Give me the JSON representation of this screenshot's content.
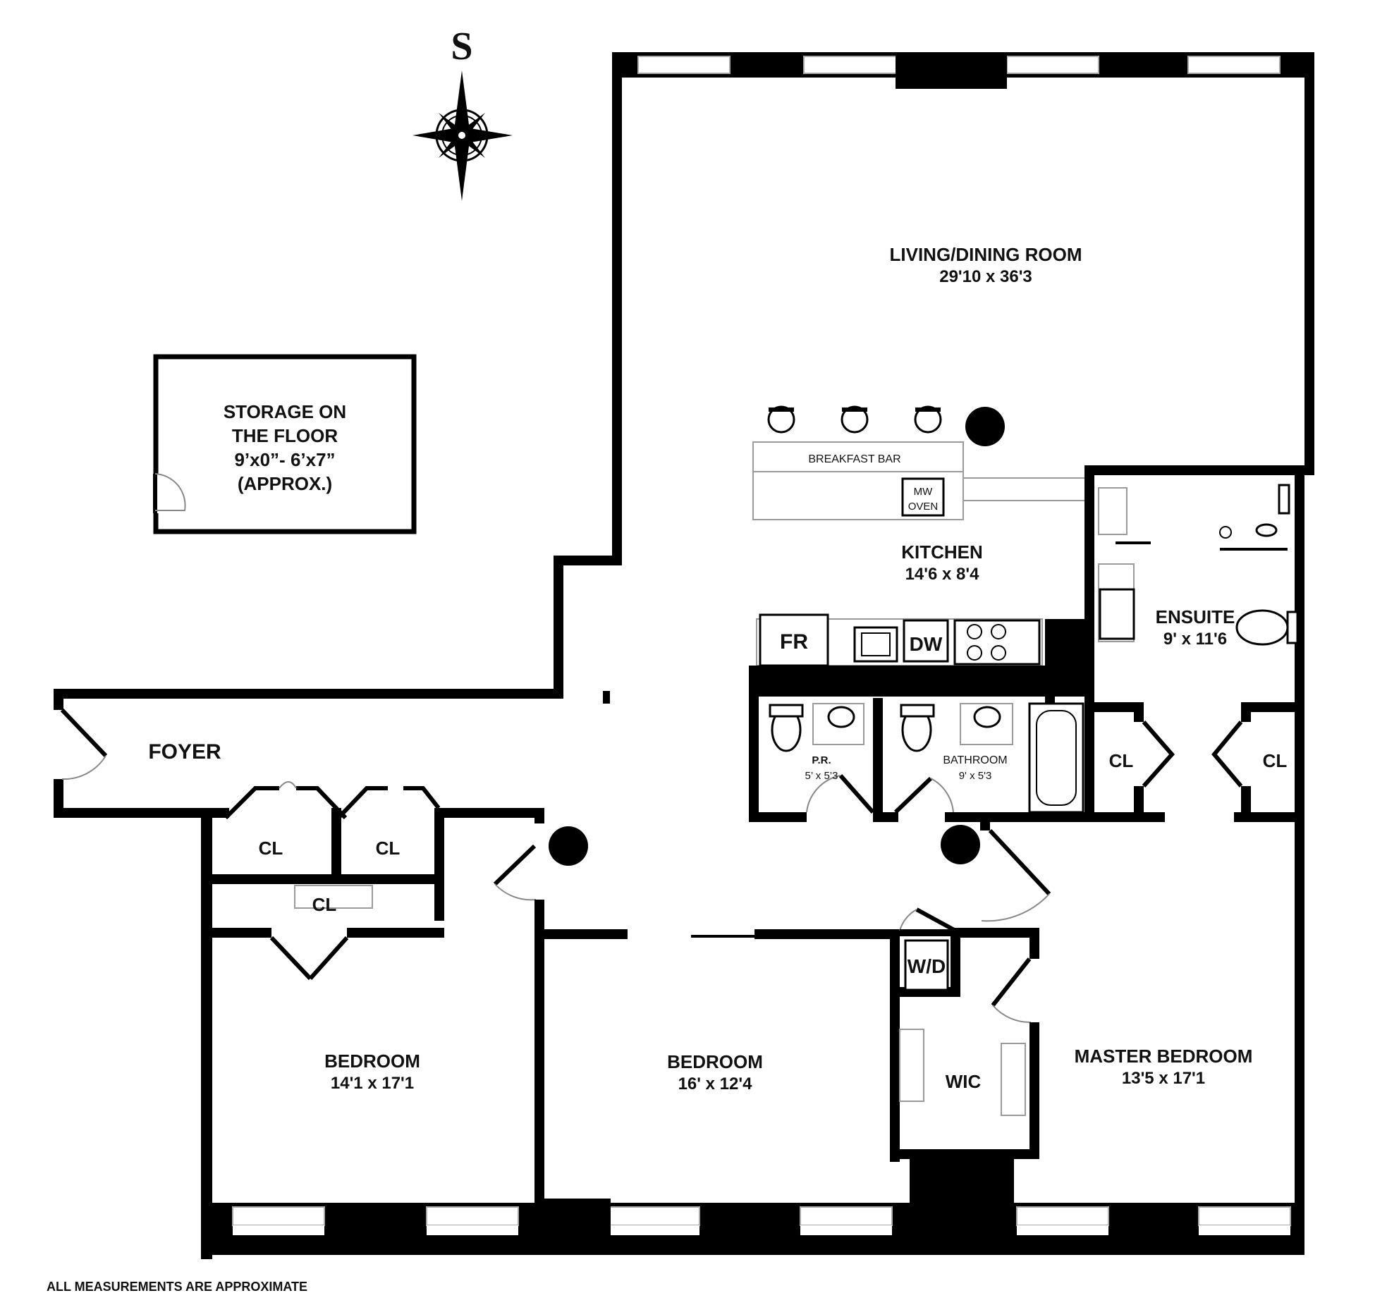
{
  "compass": {
    "letter": "S"
  },
  "rooms": {
    "living": {
      "name": "LIVING/DINING ROOM",
      "dims": "29'10 x 36'3"
    },
    "storage": {
      "line1": "STORAGE ON",
      "line2": "THE FLOOR",
      "dims": "9’x0”- 6’x7”",
      "note": "(APPROX.)"
    },
    "kitchen": {
      "name": "KITCHEN",
      "dims": "14'6 x 8'4"
    },
    "ensuite": {
      "name": "ENSUITE",
      "dims": "9' x 11'6"
    },
    "foyer": {
      "name": "FOYER"
    },
    "powder": {
      "name": "P.R.",
      "dims": "5’ x 5’3"
    },
    "bathroom": {
      "name": "BATHROOM",
      "dims": "9' x 5'3"
    },
    "bedroom1": {
      "name": "BEDROOM",
      "dims": "14'1 x 17'1"
    },
    "bedroom2": {
      "name": "BEDROOM",
      "dims": "16' x 12'4"
    },
    "master": {
      "name": "MASTER BEDROOM",
      "dims": "13'5 x 17'1"
    },
    "wic": {
      "name": "WIC"
    }
  },
  "fixtures": {
    "breakfast_bar": "BREAKFAST BAR",
    "mw": "MW",
    "oven": "OVEN",
    "fr": "FR",
    "dw": "DW",
    "wd": "W/D",
    "closet": "CL"
  },
  "footer": {
    "note": "ALL MEASUREMENTS ARE APPROXIMATE"
  }
}
